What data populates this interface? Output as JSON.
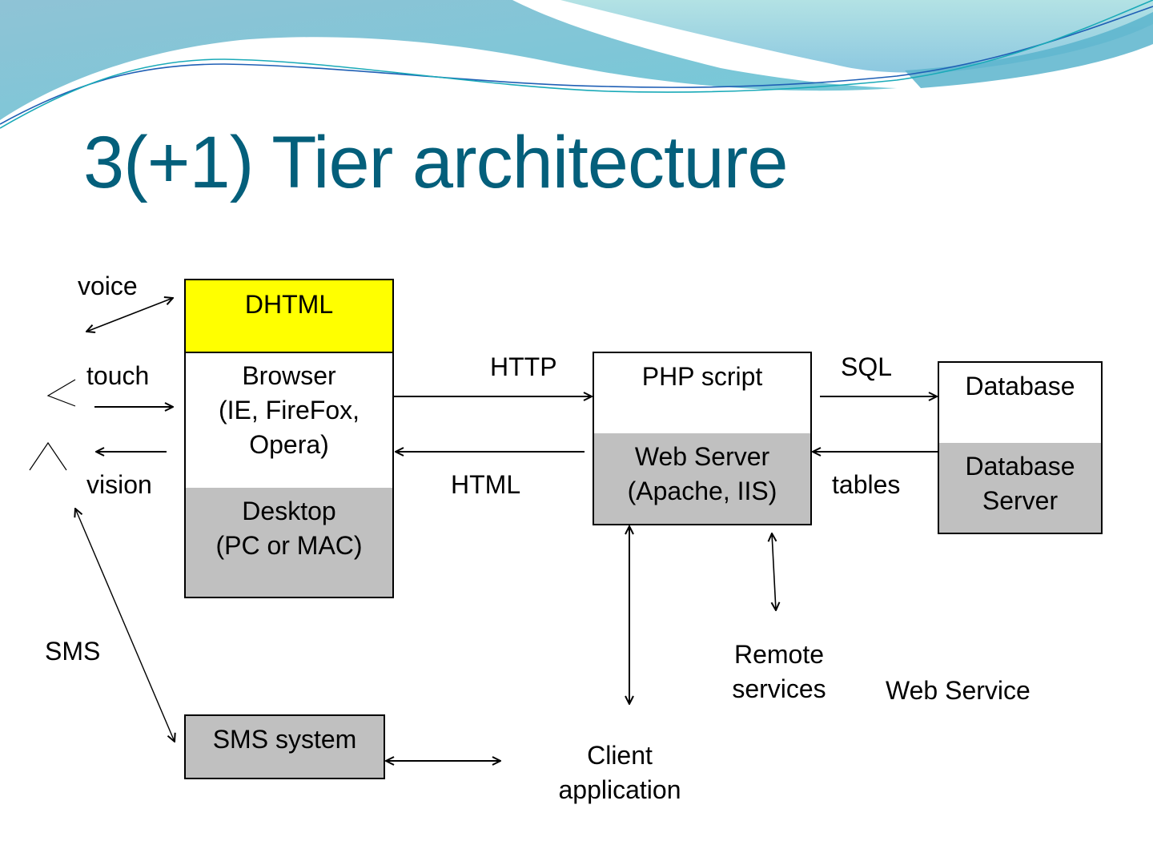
{
  "slide": {
    "title": "3(+1) Tier architecture",
    "colors": {
      "title": "#045f7b",
      "dhtml_fill": "#ffff00",
      "server_fill": "#c0c0c0",
      "wave_light": "#a9dde3",
      "wave_mid": "#7fc6d6",
      "wave_dark": "#5bb4cc",
      "line_blue": "#1f5fb5",
      "line_teal": "#1aaab8"
    }
  },
  "boxes": {
    "dhtml": "DHTML",
    "browser": "Browser\n(IE, FireFox,\nOpera)",
    "desktop": "Desktop\n(PC or MAC)",
    "php_script": "PHP script",
    "web_server": "Web Server\n(Apache, IIS)",
    "database": "Database",
    "database_server": "Database\nServer",
    "sms_system": "SMS system"
  },
  "labels": {
    "voice": "voice",
    "touch": "touch",
    "vision": "vision",
    "sms": "SMS",
    "http": "HTTP",
    "html": "HTML",
    "sql": "SQL",
    "tables": "tables",
    "remote_services": "Remote\nservices",
    "client_application": "Client\napplication",
    "web_service": "Web Service"
  }
}
